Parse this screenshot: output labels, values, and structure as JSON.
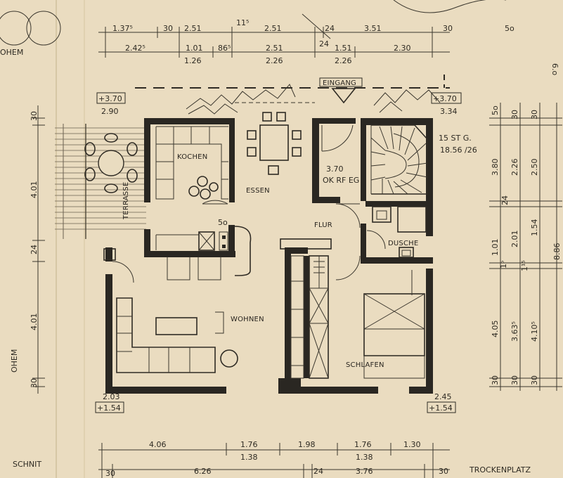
{
  "rooms": {
    "kochen": "KOCHEN",
    "essen": "ESSEN",
    "wohnen": "WOHNEN",
    "schlafen": "SCHLAFEN",
    "flur": "FLUR",
    "dusche": "DUSCHE",
    "terrasse": "TERRASSE",
    "eingang": "EINGANG"
  },
  "notes": {
    "top_left": "OHEM",
    "bottom_left": "SCHNIT",
    "bottom_right": "TROCKENPLATZ",
    "level_value": "3.70",
    "level_ref": "OK RF EG",
    "stairs_count": "15 ST G.",
    "stairs_ratio": "18.56 /26",
    "kitchen_small": "5o",
    "corner_tr": "5o",
    "right_edge": "6.o"
  },
  "levels": {
    "tl_box": "+3.70",
    "tl_sub": "2.90",
    "tr_box": "+3.70",
    "tr_sub": "3.34",
    "bl_top": "2.03",
    "bl_box": "+1.54",
    "br_top": "2.45",
    "br_box": "+1.54"
  },
  "dims": {
    "top1": [
      "1.37⁵",
      "30",
      "2.51",
      "11⁵",
      "2.51",
      "24",
      "3.51",
      "30"
    ],
    "top2": [
      "2.42⁵",
      "1.01",
      "86⁵",
      "2.51",
      "1.51",
      "2.30"
    ],
    "top2_sub": [
      "1.26",
      "2.26",
      "2.26"
    ],
    "top2_mid": "24",
    "left": [
      "30",
      "4.01",
      "24",
      "4.01",
      "30"
    ],
    "right1": [
      "5o",
      "3.80",
      "24",
      "1.01",
      "1⁵",
      "4.05",
      "30"
    ],
    "right2": [
      "30",
      "2.26",
      "2.01",
      "1¹⁵",
      "3.63⁵",
      "30"
    ],
    "right3": [
      "30",
      "2.50",
      "1.54",
      "4.10⁵",
      "30"
    ],
    "right_total": "8.86",
    "bottom1": [
      "4.06",
      "1.76",
      "1.98",
      "1.76",
      "1.30"
    ],
    "bottom1_sub": [
      "1.38",
      "1.38"
    ],
    "bottom2": [
      "30",
      "6.26",
      "24",
      "3.76",
      "30"
    ]
  }
}
